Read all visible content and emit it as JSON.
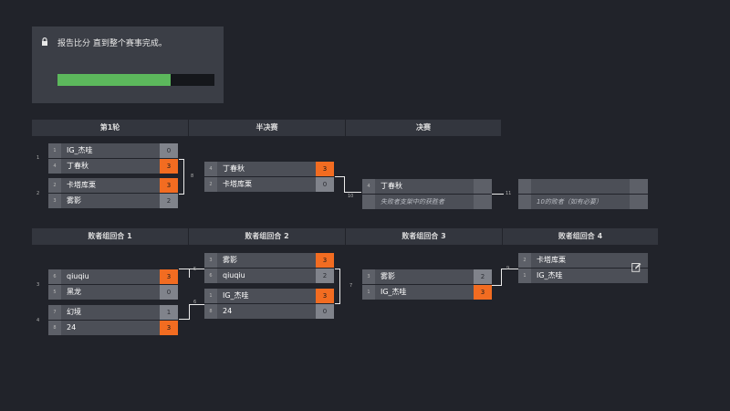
{
  "notice": {
    "text": "报告比分 直到整个赛事完成。",
    "progress": 0.72,
    "icon": "lock-icon"
  },
  "colors": {
    "win": "#f26c21",
    "progress": "#5cb85c",
    "background": "#21232a"
  },
  "rounds": {
    "winners": [
      "第1轮",
      "半决赛",
      "决赛"
    ],
    "losers": [
      "败者组回合 1",
      "败者组回合 2",
      "败者组回合 3",
      "败者组回合 4"
    ]
  },
  "matches": {
    "m1": {
      "num": "1",
      "slots": [
        {
          "seed": "1",
          "name": "IG_杰哇",
          "score": "0"
        },
        {
          "seed": "4",
          "name": "丁春秋",
          "score": "3"
        }
      ]
    },
    "m2": {
      "num": "2",
      "slots": [
        {
          "seed": "2",
          "name": "卡塔库栗",
          "score": "3"
        },
        {
          "seed": "3",
          "name": "雾影",
          "score": "2"
        }
      ]
    },
    "m8": {
      "num": "8",
      "slots": [
        {
          "seed": "4",
          "name": "丁春秋",
          "score": "3"
        },
        {
          "seed": "2",
          "name": "卡塔库栗",
          "score": "0"
        }
      ]
    },
    "m10": {
      "num": "10",
      "slots": [
        {
          "seed": "4",
          "name": "丁春秋",
          "score": ""
        },
        {
          "seed": "",
          "name": "失败者支架中的获胜者",
          "score": ""
        }
      ]
    },
    "m11": {
      "num": "11",
      "slots": [
        {
          "seed": "",
          "name": "",
          "score": ""
        },
        {
          "seed": "",
          "name": "10的败者（如有必要）",
          "score": ""
        }
      ]
    },
    "m3": {
      "num": "3",
      "slots": [
        {
          "seed": "6",
          "name": "qiuqiu",
          "score": "3"
        },
        {
          "seed": "5",
          "name": "黑龙",
          "score": "0"
        }
      ]
    },
    "m4": {
      "num": "4",
      "slots": [
        {
          "seed": "7",
          "name": "幻境",
          "score": "1"
        },
        {
          "seed": "8",
          "name": "24",
          "score": "3"
        }
      ]
    },
    "m5": {
      "num": "5",
      "slots": [
        {
          "seed": "3",
          "name": "雾影",
          "score": "3"
        },
        {
          "seed": "6",
          "name": "qiuqiu",
          "score": "2"
        }
      ]
    },
    "m6": {
      "num": "6",
      "slots": [
        {
          "seed": "1",
          "name": "IG_杰哇",
          "score": "3"
        },
        {
          "seed": "8",
          "name": "24",
          "score": "0"
        }
      ]
    },
    "m7": {
      "num": "7",
      "slots": [
        {
          "seed": "3",
          "name": "雾影",
          "score": "2"
        },
        {
          "seed": "1",
          "name": "IG_杰哇",
          "score": "3"
        }
      ]
    },
    "m9": {
      "num": "9",
      "slots": [
        {
          "seed": "2",
          "name": "卡塔库栗",
          "score": ""
        },
        {
          "seed": "1",
          "name": "IG_杰哇",
          "score": ""
        }
      ]
    }
  }
}
